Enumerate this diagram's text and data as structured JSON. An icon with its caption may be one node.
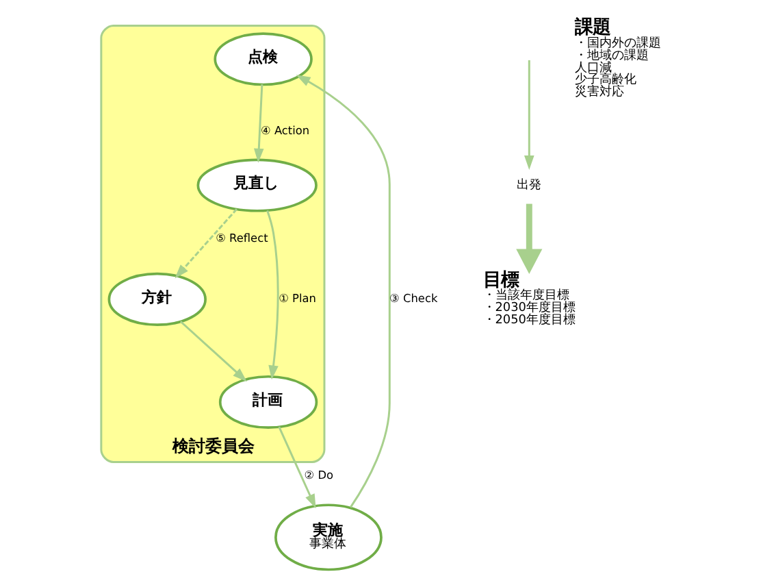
{
  "diagram": {
    "nodes": [
      {
        "text": [
          "検討委員会"
        ]
      },
      {
        "text": [
          "方針"
        ],
        "in": 0
      },
      {
        "text": [
          "計画"
        ],
        "in": 0
      },
      {
        "text": [
          "見直し"
        ],
        "in": 0
      },
      {
        "text": [
          "点検"
        ],
        "in": 0
      },
      {
        "text": [
          "実施",
          "事業体"
        ]
      },
      {
        "text": [
          "出発"
        ]
      },
      {
        "text": [
          "目標",
          "・当該年度目標",
          "・2030年度目標",
          "・2050年度目標"
        ]
      }
    ],
    "edges": [
      {
        "from": 3,
        "to": 2,
        "arrow": "to",
        "label": "① Plan"
      },
      {
        "from": 1,
        "to": 2,
        "arrow": "to"
      },
      {
        "from": 2,
        "to": 5,
        "arrow": "to",
        "label": "② Do"
      },
      {
        "from": 5,
        "to": 4,
        "arrow": "to",
        "label": "③ Check"
      },
      {
        "from": 4,
        "to": 3,
        "arrow": "to",
        "label": "④ Action"
      },
      {
        "from": 3,
        "to": 1,
        "arrow": "to",
        "label": "⑤ Reflect",
        "style": "dashed"
      },
      {
        "from": 6,
        "to": 7,
        "arrow": "to",
        "style": "thick"
      },
      {
        "from": null,
        "to": 6,
        "arrow": "to"
      }
    ],
    "labels": [
      "課題",
      "・国内外の課題",
      "・地域の課題",
      "人口減",
      "少子高齢化",
      "災害対応"
    ]
  }
}
